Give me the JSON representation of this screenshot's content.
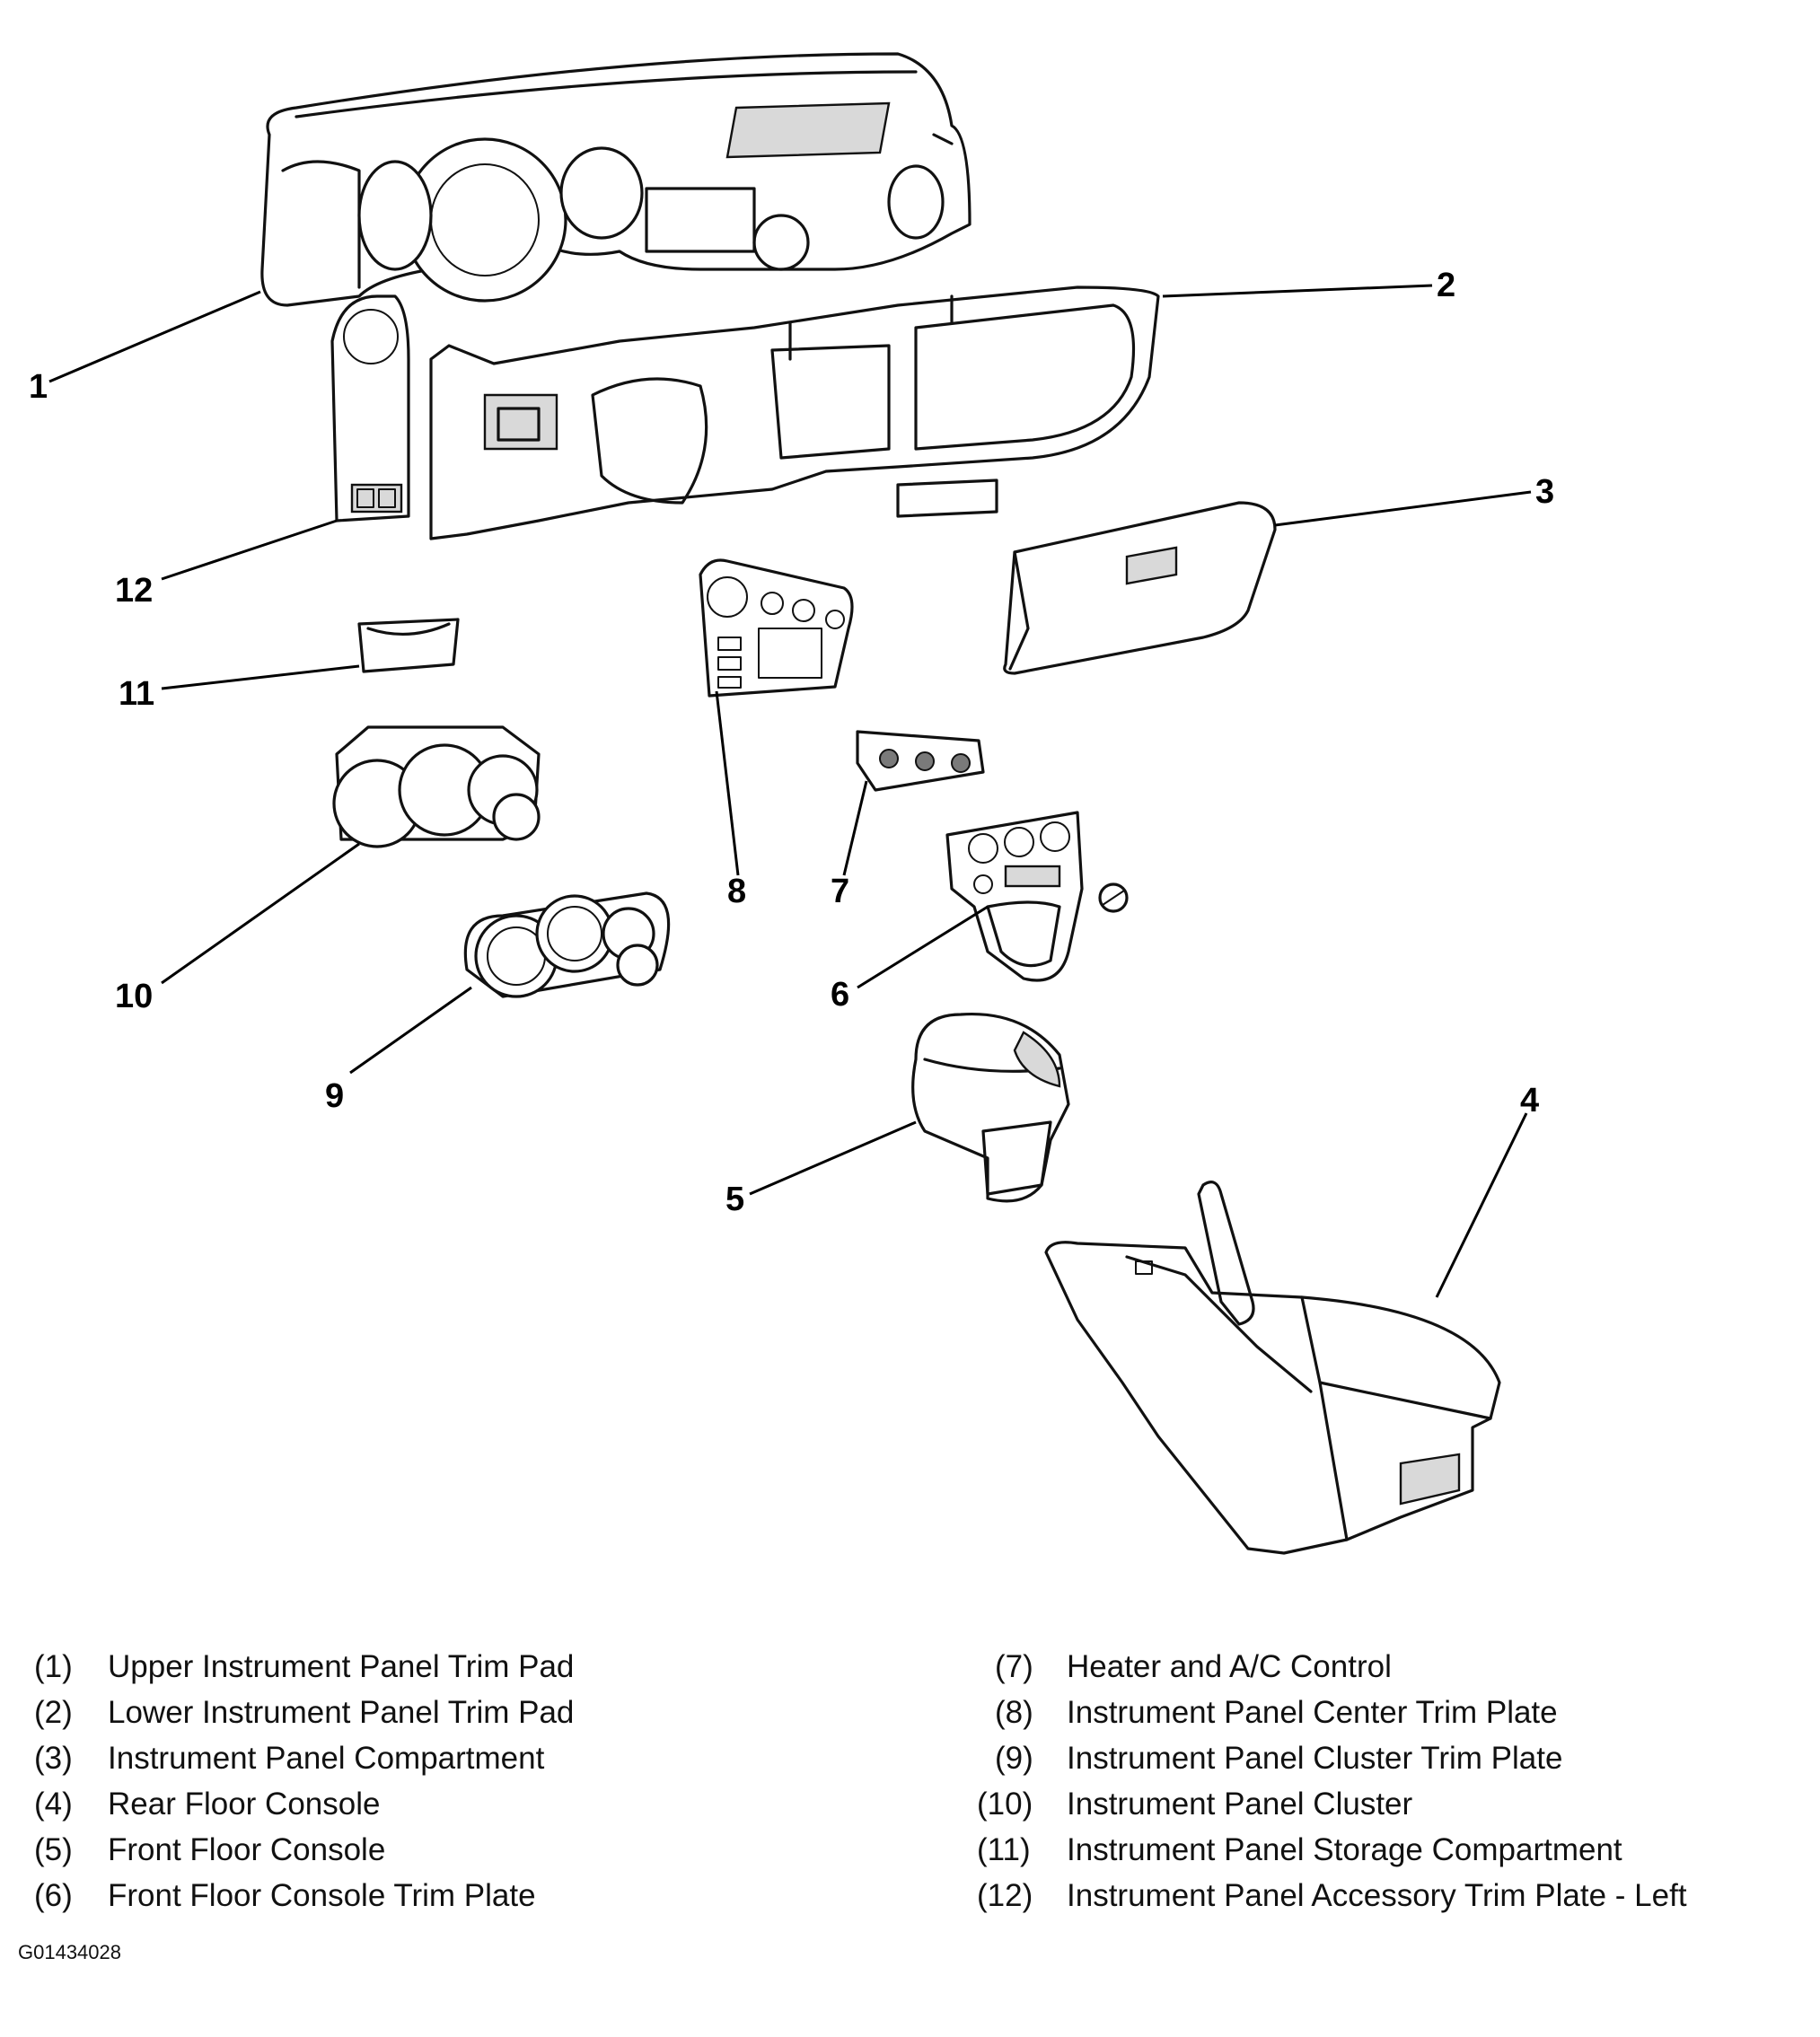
{
  "callouts": [
    "1",
    "2",
    "3",
    "4",
    "5",
    "6",
    "7",
    "8",
    "9",
    "10",
    "11",
    "12"
  ],
  "legend": [
    {
      "num": "(1)",
      "text": "Upper Instrument Panel Trim Pad"
    },
    {
      "num": "(2)",
      "text": "Lower Instrument Panel Trim Pad"
    },
    {
      "num": "(3)",
      "text": "Instrument Panel Compartment"
    },
    {
      "num": "(4)",
      "text": "Rear Floor Console"
    },
    {
      "num": "(5)",
      "text": "Front Floor Console"
    },
    {
      "num": "(6)",
      "text": "Front Floor Console Trim Plate"
    },
    {
      "num": "(7)",
      "text": "Heater and A/C Control"
    },
    {
      "num": "(8)",
      "text": "Instrument Panel Center Trim Plate"
    },
    {
      "num": "(9)",
      "text": "Instrument Panel Cluster Trim Plate"
    },
    {
      "num": "(10)",
      "text": "Instrument Panel Cluster"
    },
    {
      "num": "(11)",
      "text": "Instrument Panel Storage Compartment"
    },
    {
      "num": "(12)",
      "text": "Instrument Panel Accessory Trim Plate - Left"
    }
  ],
  "figure_id": "G01434028"
}
